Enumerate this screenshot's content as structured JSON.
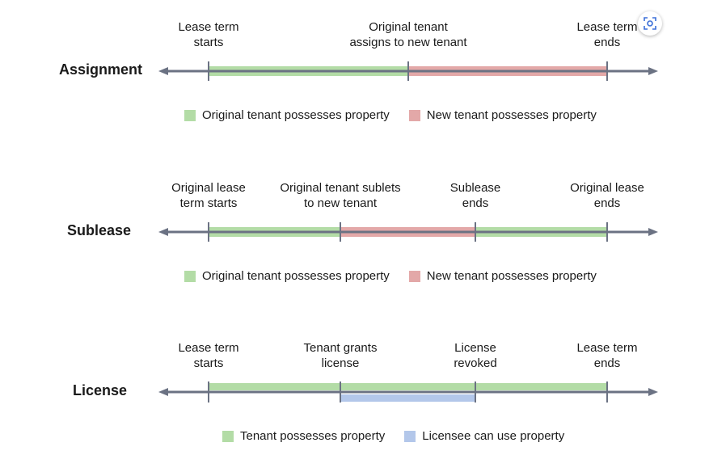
{
  "colors": {
    "axis": "#6b7283",
    "green": "#b3dca6",
    "red": "#e3a8a8",
    "blue": "#b3c7ea"
  },
  "rows": [
    {
      "title": "Assignment",
      "annotations": [
        "Lease term\nstarts",
        "Original tenant\nassigns to new tenant",
        "Lease term\nends"
      ],
      "legend": [
        {
          "label": "Original tenant possesses property",
          "color": "green"
        },
        {
          "label": "New tenant possesses property",
          "color": "red"
        }
      ]
    },
    {
      "title": "Sublease",
      "annotations": [
        "Original lease\nterm starts",
        "Original tenant sublets\nto new tenant",
        "Sublease\nends",
        "Original lease\nends"
      ],
      "legend": [
        {
          "label": "Original tenant possesses property",
          "color": "green"
        },
        {
          "label": "New tenant possesses property",
          "color": "red"
        }
      ]
    },
    {
      "title": "License",
      "annotations": [
        "Lease term\nstarts",
        "Tenant grants\nlicense",
        "License\nrevoked",
        "Lease term\nends"
      ],
      "legend": [
        {
          "label": "Tenant possesses property",
          "color": "green"
        },
        {
          "label": "Licensee can use property",
          "color": "blue"
        }
      ]
    }
  ],
  "lens_icon": "visual-search-icon"
}
